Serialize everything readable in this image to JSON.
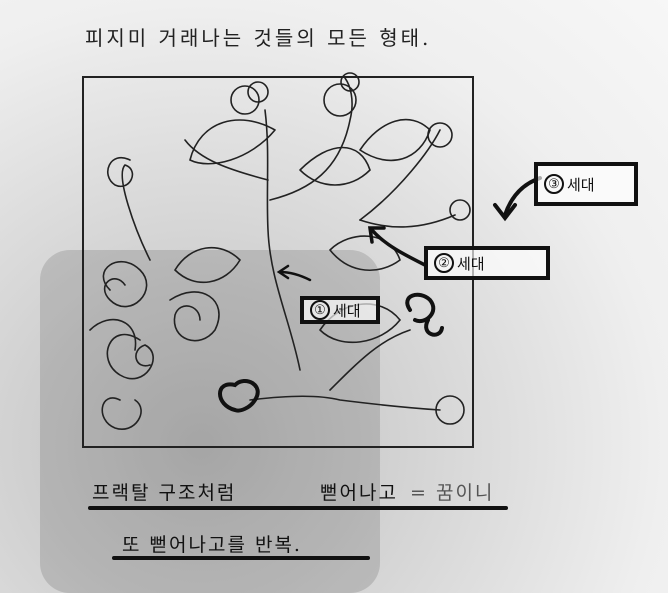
{
  "title": "피지미 거래나는 것들의 모든 형태.",
  "labels": [
    {
      "number": "①",
      "text": "세대"
    },
    {
      "number": "②",
      "text": "세대"
    },
    {
      "number": "③",
      "text": "세대"
    }
  ],
  "caption_line1_part1": "프랙탈 구조처럼",
  "caption_line1_part2": "뻗어나고",
  "caption_line1_part3": "= 꿈이니",
  "caption_line2": "또 뻗어나고를 반복."
}
